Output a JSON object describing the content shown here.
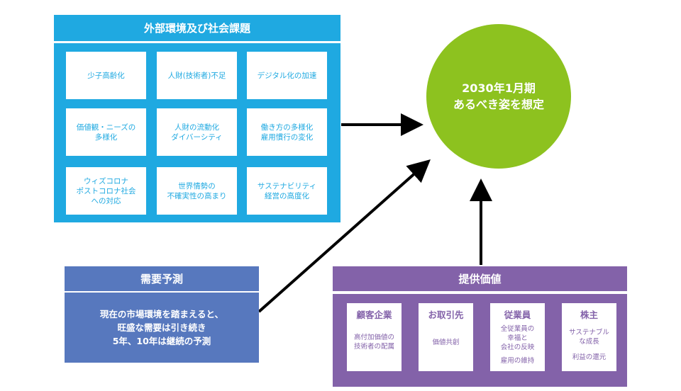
{
  "external": {
    "title": "外部環境及び社会課題",
    "items": [
      "少子高齢化",
      "人財(技術者)不足",
      "デジタル化の加速",
      "価値観・ニーズの\n多様化",
      "人財の流動化\nダイバーシティ",
      "働き方の多様化\n雇用慣行の変化",
      "ウィズコロナ\nポストコロナ社会\nへの対応",
      "世界情勢の\n不確実性の高まり",
      "サステナビリティ\n経営の高度化"
    ]
  },
  "goal": {
    "line1": "2030年1月期",
    "line2": "あるべき姿を想定"
  },
  "demand": {
    "title": "需要予測",
    "line1": "現在の市場環境を踏まえると、",
    "line2": "旺盛な需要は引き続き",
    "line3": "5年、10年は継続の予測"
  },
  "value": {
    "title": "提供価値",
    "cards": [
      {
        "title": "顧客企業",
        "desc": "高付加価値の\n技術者の配属",
        "desc2": ""
      },
      {
        "title": "お取引先",
        "desc": "価値共創",
        "desc2": ""
      },
      {
        "title": "従業員",
        "desc": "全従業員の\n幸福と\n会社の反映",
        "desc2": "雇用の維持"
      },
      {
        "title": "株主",
        "desc": "サステナブル\nな成長",
        "desc2": "利益の還元"
      }
    ]
  },
  "colors": {
    "external": "#1fa9e1",
    "goal": "#8dc21f",
    "demand": "#5778be",
    "value": "#8362a9",
    "arrow": "#000000"
  }
}
